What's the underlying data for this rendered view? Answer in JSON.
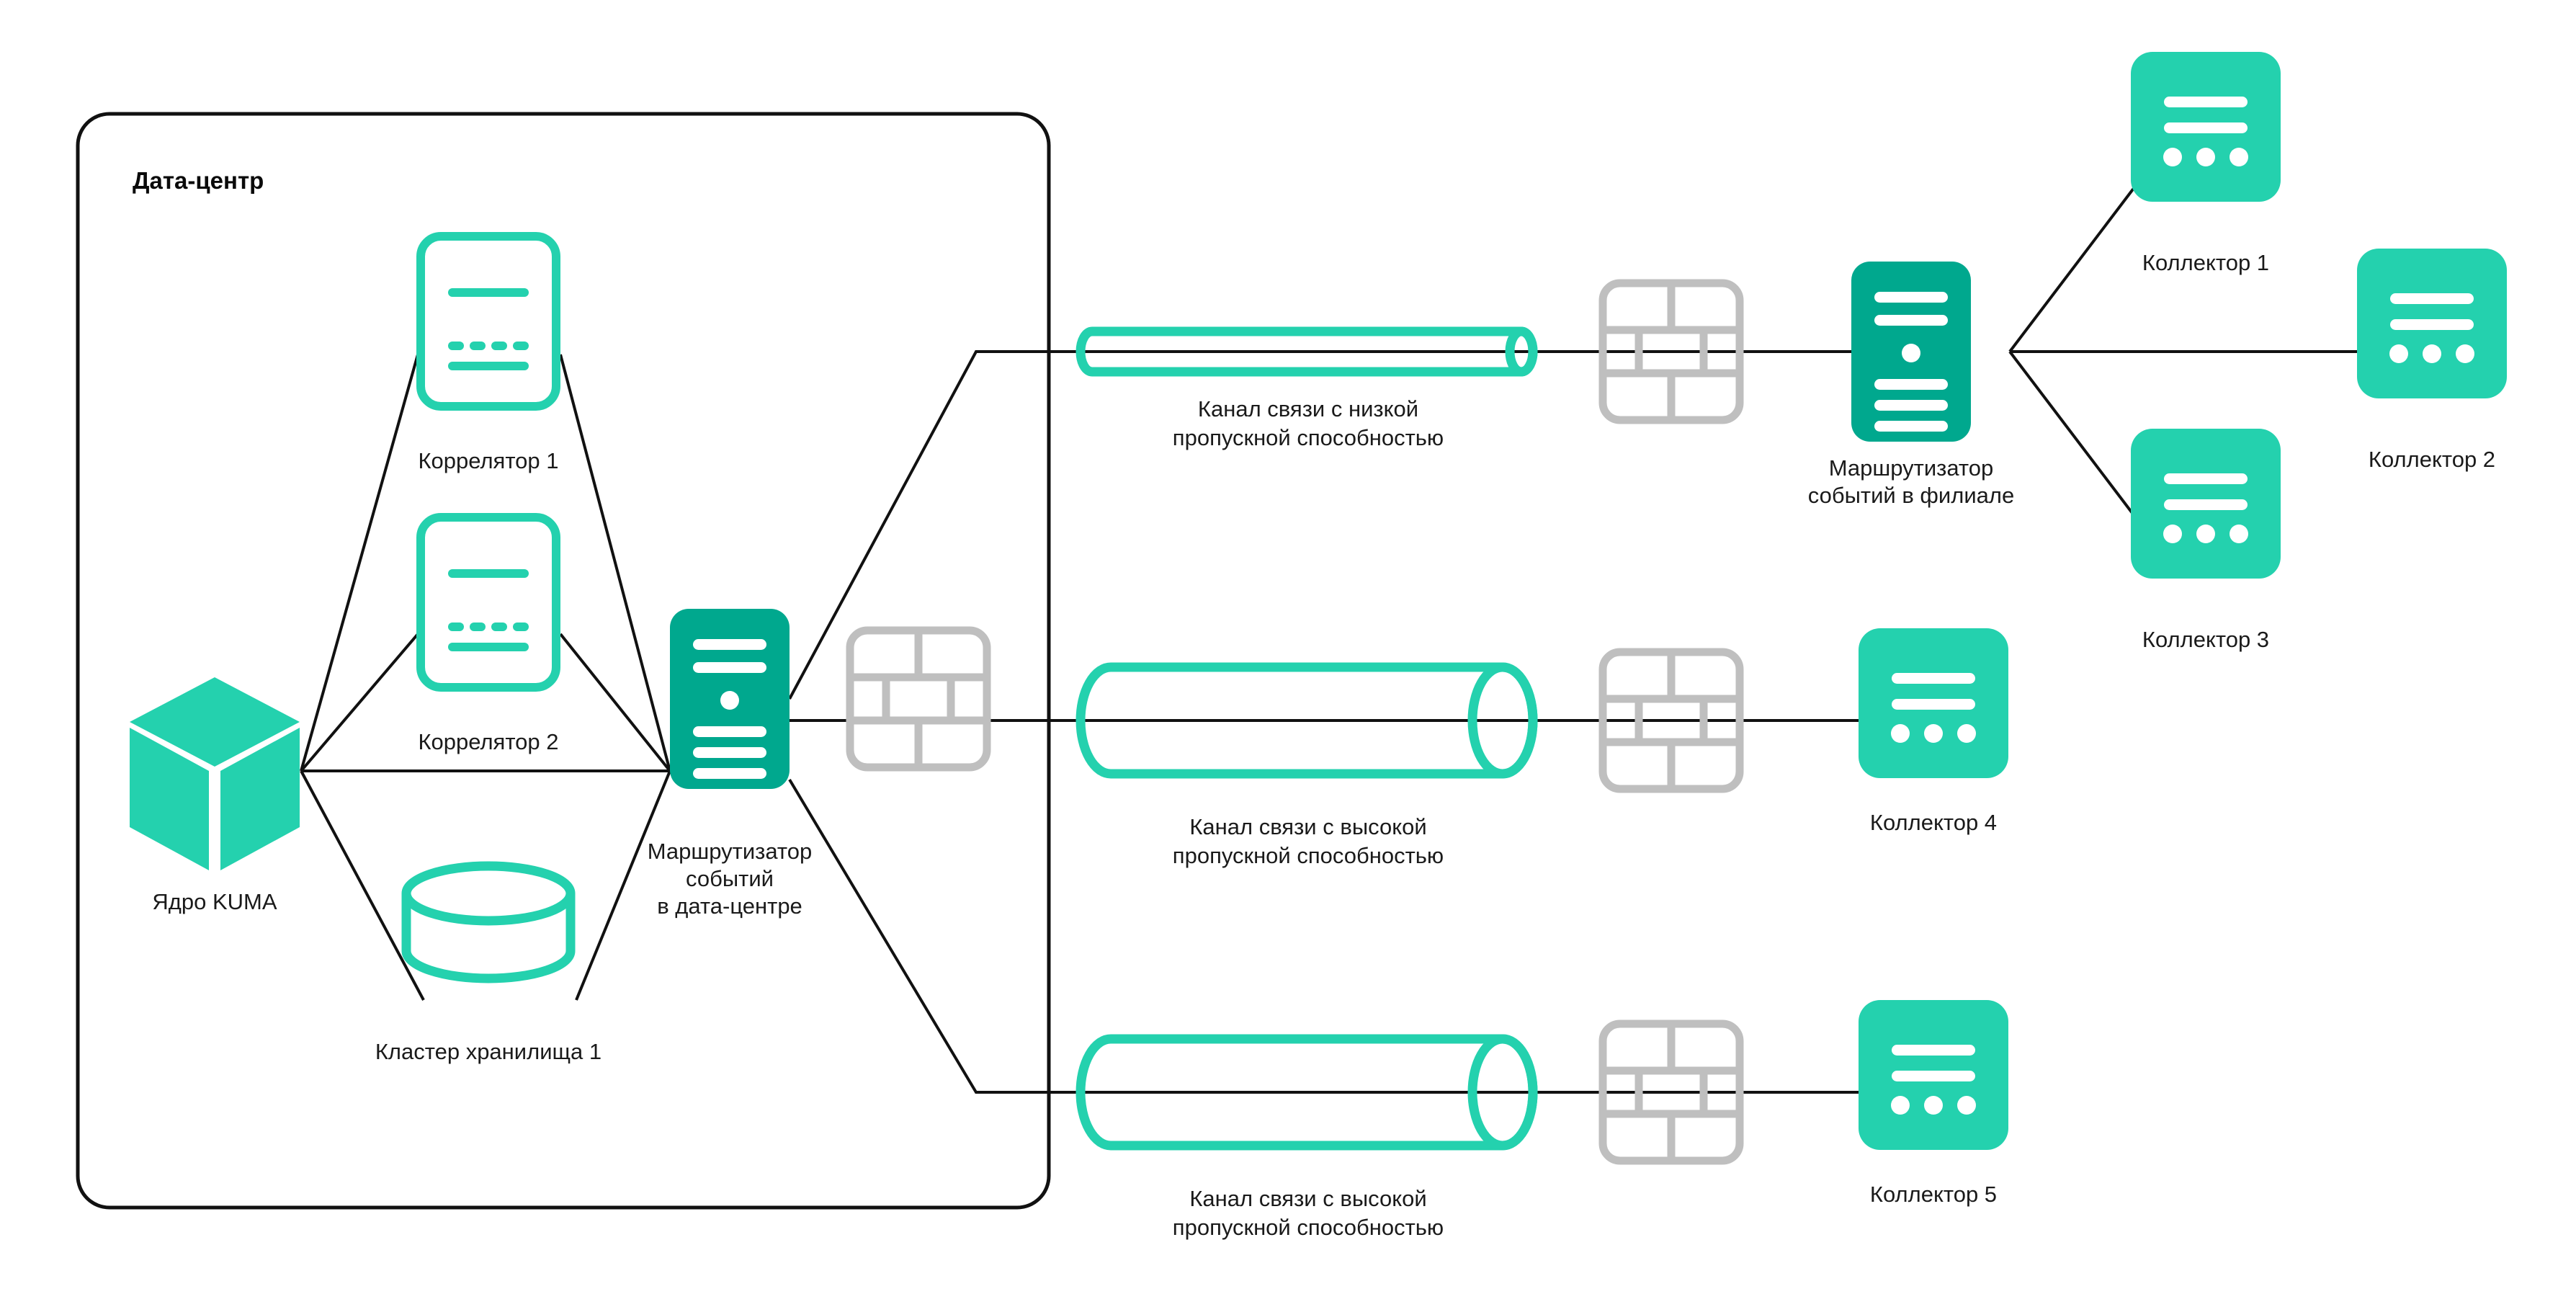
{
  "diagram": {
    "title": "Дата-центр",
    "colors": {
      "bright_teal": "#24D1AE",
      "dark_teal": "#00A88E",
      "firewall_gray": "#BFBFBF",
      "line_black": "#111111",
      "background": "#FFFFFF"
    },
    "zones": [
      {
        "name": "data-center",
        "label": "Дата-центр"
      }
    ],
    "nodes": {
      "core": {
        "label": "Ядро KUMA",
        "icon": "cube-icon"
      },
      "correlator1": {
        "label": "Коррелятор 1",
        "icon": "correlator-icon"
      },
      "correlator2": {
        "label": "Коррелятор 2",
        "icon": "correlator-icon"
      },
      "storage1": {
        "label": "Кластер хранилища 1",
        "icon": "database-cylinder-icon"
      },
      "dc_router": {
        "label": "Маршрутизатор\nсобытий\nв дата-центре",
        "label_lines": [
          "Маршрутизатор",
          "событий",
          "в дата-центре"
        ],
        "icon": "server-router-icon"
      },
      "branch_router": {
        "label": "Маршрутизатор\nсобытий в филиале",
        "label_lines": [
          "Маршрутизатор",
          "событий в филиале"
        ],
        "icon": "server-router-icon"
      },
      "collector1": {
        "label": "Коллектор 1",
        "icon": "collector-icon"
      },
      "collector2": {
        "label": "Коллектор 2",
        "icon": "collector-icon"
      },
      "collector3": {
        "label": "Коллектор 3",
        "icon": "collector-icon"
      },
      "collector4": {
        "label": "Коллектор 4",
        "icon": "collector-icon"
      },
      "collector5": {
        "label": "Коллектор 5",
        "icon": "collector-icon"
      }
    },
    "firewalls": [
      {
        "name": "firewall-dc",
        "icon": "firewall-brick-icon"
      },
      {
        "name": "firewall-top",
        "icon": "firewall-brick-icon"
      },
      {
        "name": "firewall-middle",
        "icon": "firewall-brick-icon"
      },
      {
        "name": "firewall-bottom",
        "icon": "firewall-brick-icon"
      }
    ],
    "channels": [
      {
        "name": "channel-low",
        "bandwidth": "low",
        "label_lines": [
          "Канал связи с низкой",
          "пропускной способностью"
        ],
        "label": "Канал связи с низкой пропускной способностью"
      },
      {
        "name": "channel-high-middle",
        "bandwidth": "high",
        "label_lines": [
          "Канал связи с высокой",
          "пропускной способностью"
        ],
        "label": "Канал связи с высокой пропускной способностью"
      },
      {
        "name": "channel-high-bottom",
        "bandwidth": "high",
        "label_lines": [
          "Канал связи с высокой",
          "пропускной способностью"
        ],
        "label": "Канал связи с высокой пропускной способностью"
      }
    ]
  }
}
